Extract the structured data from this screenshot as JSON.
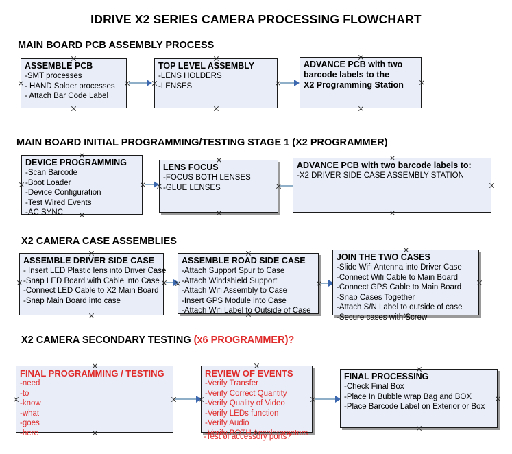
{
  "title": "IDRIVE X2  SERIES CAMERA PROCESSING FLOWCHART",
  "sections": [
    {
      "heading": "MAIN BOARD PCB ASSEMBLY PROCESS",
      "heading_red": "",
      "boxes": [
        {
          "title": "ASSEMBLE PCB",
          "lines": [
            "-SMT processes",
            "- HAND Solder processes",
            "- Attach Bar Code Label"
          ]
        },
        {
          "title": "TOP LEVEL ASSEMBLY",
          "lines": [
            "-LENS HOLDERS",
            "-LENSES"
          ]
        },
        {
          "title": "ADVANCE PCB with two",
          "lines": [
            "barcode labels to the",
            " X2 Programming Station"
          ]
        }
      ]
    },
    {
      "heading": "MAIN BOARD INITIAL PROGRAMMING/TESTING STAGE 1 (X2 PROGRAMMER)",
      "heading_red": "",
      "boxes": [
        {
          "title": "DEVICE PROGRAMMING",
          "lines": [
            "-Scan Barcode",
            "-Boot Loader",
            "-Device Configuration",
            "-Test Wired Events",
            "-AC SYNC"
          ]
        },
        {
          "title": "LENS FOCUS",
          "lines": [
            "-FOCUS BOTH LENSES",
            "-GLUE LENSES"
          ]
        },
        {
          "title": "ADVANCE PCB with two barcode labels to:",
          "lines": [
            "-X2 DRIVER  SIDE  CASE  ASSEMBLY STATION"
          ]
        }
      ]
    },
    {
      "heading": "X2 CAMERA CASE ASSEMBLIES",
      "heading_red": "",
      "boxes": [
        {
          "title": "ASSEMBLE DRIVER SIDE CASE",
          "lines": [
            "- Insert LED Plastic lens into Driver Case",
            "-Snap LED Board with Cable into Case",
            "-Connect LED Cable to X2 Main Board",
            "-Snap Main Board into case"
          ]
        },
        {
          "title": "ASSEMBLE ROAD SIDE CASE",
          "lines": [
            "-Attach Support Spur to Case",
            "-Attach Windshield Support",
            "-Attach Wifi Assembly to Case",
            "-Insert GPS Module into Case",
            "-Attach Wifi Label to Outside of Case"
          ]
        },
        {
          "title": "JOIN THE TWO CASES",
          "lines": [
            "-Slide Wifi Antenna into Driver Case",
            "-Connect Wifi Cable to Main Board",
            "-Connect GPS Cable to Main Board",
            "-Snap Cases Together",
            "-Attach S/N Label to outside of case",
            "-Secure cases with Screw"
          ]
        }
      ]
    },
    {
      "heading": "X2 CAMERA SECONDARY TESTING ",
      "heading_red": "(x6 PROGRAMMER)?",
      "boxes": [
        {
          "title": "FINAL PROGRAMMING / TESTING",
          "lines": [
            "-need",
            "-to",
            "-know",
            "-what",
            "-goes",
            "-here"
          ]
        },
        {
          "title": "REVIEW OF EVENTS",
          "lines": [
            "-Verify Transfer",
            "-Verify Correct Quantity",
            "-Verify Quality of Video",
            "-Verify LEDs function",
            "-Verify Audio",
            "-Verify BOTH Accelerometers"
          ],
          "overflow_line": "-Test of accessory ports?"
        },
        {
          "title": "FINAL PROCESSING",
          "lines": [
            " -Check Final Box",
            "-Place In Bubble wrap Bag and BOX",
            "-Place Barcode Label on Exterior or Box"
          ]
        }
      ]
    }
  ],
  "colors": {
    "box_fill": "#E8EDF7",
    "box_border": "#1b1b1b",
    "arrow_shaft": "#8FAFC8",
    "arrow_head": "#3C68B0",
    "red_text": "#E02B2B",
    "shadow": "#9a9a9a"
  }
}
